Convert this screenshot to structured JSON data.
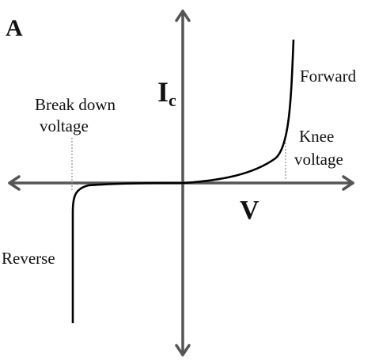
{
  "panel_label": "A",
  "axes": {
    "y_label_main": "I",
    "y_label_sub": "c",
    "x_label": "V"
  },
  "annotations": {
    "forward": "Forward",
    "reverse": "Reverse",
    "breakdown_line1": "Break down",
    "breakdown_line2": "voltage",
    "knee_line1": "Knee",
    "knee_line2": "voltage"
  },
  "colors": {
    "axis": "#555555",
    "curve": "#000000",
    "text": "#111111"
  }
}
